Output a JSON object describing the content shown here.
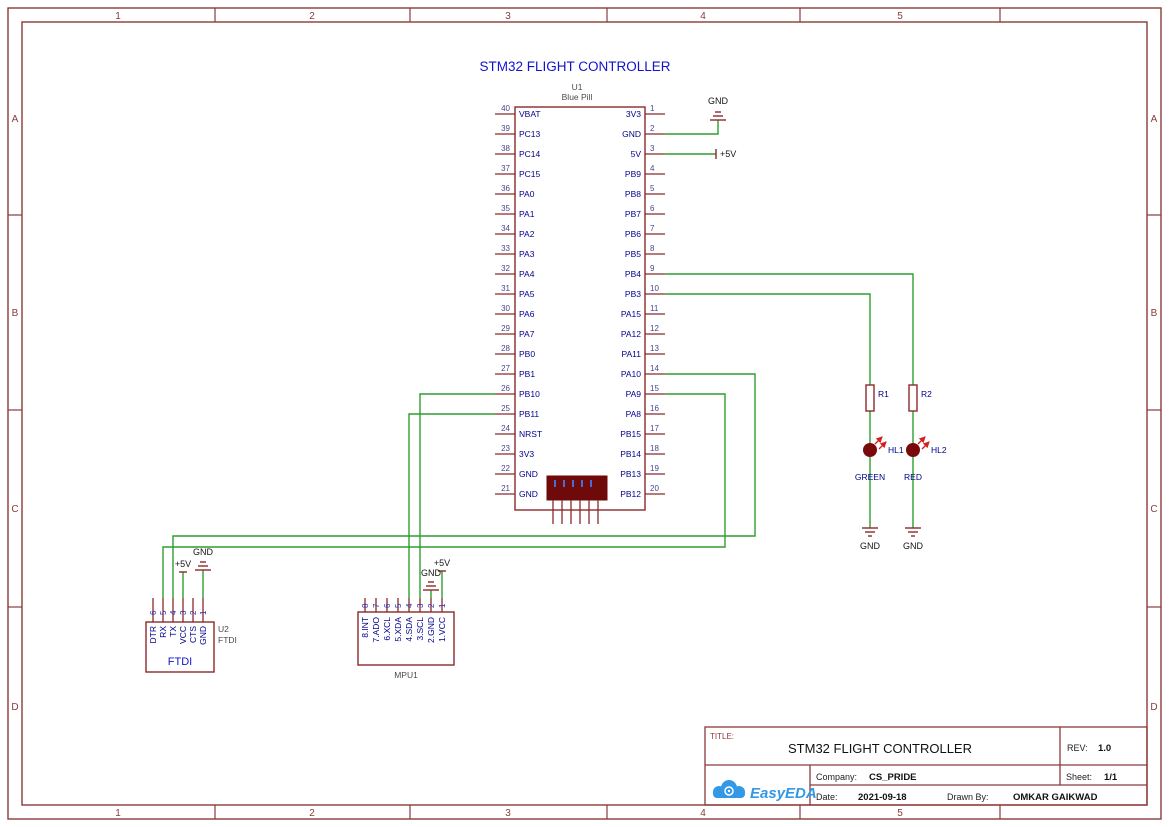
{
  "title": "STM32 FLIGHT CONTROLLER",
  "frame": {
    "columns": [
      "1",
      "2",
      "3",
      "4",
      "5"
    ],
    "rows": [
      "A",
      "B",
      "C",
      "D"
    ]
  },
  "nets": {
    "gnd": "GND",
    "v5": "+5V"
  },
  "u1": {
    "ref": "U1",
    "value": "Blue Pill",
    "left_pins": [
      {
        "num": "40",
        "name": "VBAT"
      },
      {
        "num": "39",
        "name": "PC13"
      },
      {
        "num": "38",
        "name": "PC14"
      },
      {
        "num": "37",
        "name": "PC15"
      },
      {
        "num": "36",
        "name": "PA0"
      },
      {
        "num": "35",
        "name": "PA1"
      },
      {
        "num": "34",
        "name": "PA2"
      },
      {
        "num": "33",
        "name": "PA3"
      },
      {
        "num": "32",
        "name": "PA4"
      },
      {
        "num": "31",
        "name": "PA5"
      },
      {
        "num": "30",
        "name": "PA6"
      },
      {
        "num": "29",
        "name": "PA7"
      },
      {
        "num": "28",
        "name": "PB0"
      },
      {
        "num": "27",
        "name": "PB1"
      },
      {
        "num": "26",
        "name": "PB10"
      },
      {
        "num": "25",
        "name": "PB11"
      },
      {
        "num": "24",
        "name": "NRST"
      },
      {
        "num": "23",
        "name": "3V3"
      },
      {
        "num": "22",
        "name": "GND"
      },
      {
        "num": "21",
        "name": "GND"
      }
    ],
    "right_pins": [
      {
        "num": "1",
        "name": "3V3"
      },
      {
        "num": "2",
        "name": "GND"
      },
      {
        "num": "3",
        "name": "5V"
      },
      {
        "num": "4",
        "name": "PB9"
      },
      {
        "num": "5",
        "name": "PB8"
      },
      {
        "num": "6",
        "name": "PB7"
      },
      {
        "num": "7",
        "name": "PB6"
      },
      {
        "num": "8",
        "name": "PB5"
      },
      {
        "num": "9",
        "name": "PB4"
      },
      {
        "num": "10",
        "name": "PB3"
      },
      {
        "num": "11",
        "name": "PA15"
      },
      {
        "num": "12",
        "name": "PA12"
      },
      {
        "num": "13",
        "name": "PA11"
      },
      {
        "num": "14",
        "name": "PA10"
      },
      {
        "num": "15",
        "name": "PA9"
      },
      {
        "num": "16",
        "name": "PA8"
      },
      {
        "num": "17",
        "name": "PB15"
      },
      {
        "num": "18",
        "name": "PB14"
      },
      {
        "num": "19",
        "name": "PB13"
      },
      {
        "num": "20",
        "name": "PB12"
      }
    ]
  },
  "leds": {
    "r1_ref": "R1",
    "r2_ref": "R2",
    "hl1_ref": "HL1",
    "hl2_ref": "HL2",
    "hl1_name": "GREEN",
    "hl2_name": "RED"
  },
  "ftdi": {
    "ref": "U2",
    "value": "FTDI",
    "label": "FTDI",
    "pins": [
      {
        "num": "6",
        "name": "DTR"
      },
      {
        "num": "5",
        "name": "RX"
      },
      {
        "num": "4",
        "name": "TX"
      },
      {
        "num": "3",
        "name": "VCC"
      },
      {
        "num": "2",
        "name": "CTS"
      },
      {
        "num": "1",
        "name": "GND"
      }
    ]
  },
  "mpu": {
    "ref": "MPU1",
    "pins": [
      {
        "num": "8",
        "name": "8.INT"
      },
      {
        "num": "7",
        "name": "7.ADO"
      },
      {
        "num": "6",
        "name": "6.XCL"
      },
      {
        "num": "5",
        "name": "5.XDA"
      },
      {
        "num": "4",
        "name": "4.SDA"
      },
      {
        "num": "3",
        "name": "3.SCL"
      },
      {
        "num": "2",
        "name": "2.GND"
      },
      {
        "num": "1",
        "name": "1.VCC"
      }
    ]
  },
  "title_block": {
    "title_label": "TITLE:",
    "title": "STM32 FLIGHT CONTROLLER",
    "rev_label": "REV:",
    "rev": "1.0",
    "company_label": "Company:",
    "company": "CS_PRIDE",
    "sheet_label": "Sheet:",
    "sheet": "1/1",
    "date_label": "Date:",
    "date": "2021-09-18",
    "drawn_label": "Drawn By:",
    "drawn": "OMKAR GAIKWAD",
    "logo_text": "EasyEDA"
  },
  "colors": {
    "frame": "#8b3a3a",
    "component_outline": "#8b2a2a",
    "wire_green": "#2f9e2f",
    "pin_name_navy": "#00008b",
    "pin_number": "#46468c",
    "net_label": "#141414",
    "schematic_title_blue": "#1212cf",
    "connector_fill": "#6e0a0a",
    "led_body": "#7a0a0a",
    "led_arrow_red": "#d02020",
    "logo_blue": "#3399e6"
  }
}
